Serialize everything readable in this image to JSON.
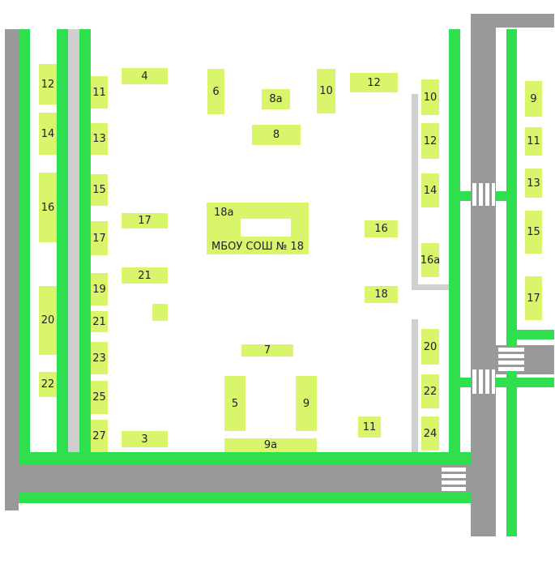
{
  "colors": {
    "road": "#999999",
    "sidewalk": "#2ee04f",
    "footpath": "#cfcfcf",
    "building": "#d8f56b",
    "background": "#ffffff"
  },
  "buildings": {
    "w12": "12",
    "w14": "14",
    "w16": "16",
    "w20": "20",
    "w22": "22",
    "c11": "11",
    "c13": "13",
    "c15": "15",
    "c17": "17",
    "c19": "19",
    "c21": "21",
    "c23": "23",
    "c25": "25",
    "c27": "27",
    "b4": "4",
    "b6": "6",
    "b8a": "8а",
    "b8": "8",
    "b10": "10",
    "b12top": "12",
    "b17": "17",
    "b21": "21",
    "b3": "3",
    "b7": "7",
    "b5": "5",
    "b9": "9",
    "b9a": "9а",
    "b11": "11",
    "b16": "16",
    "b18": "18",
    "e10": "10",
    "e12": "12",
    "e14": "14",
    "e16a": "16а",
    "e20": "20",
    "e22": "22",
    "e24": "24",
    "f9": "9",
    "f11": "11",
    "f13": "13",
    "f15": "15",
    "f17": "17"
  },
  "school": {
    "number": "18а",
    "name": "МБОУ СОШ № 18"
  }
}
